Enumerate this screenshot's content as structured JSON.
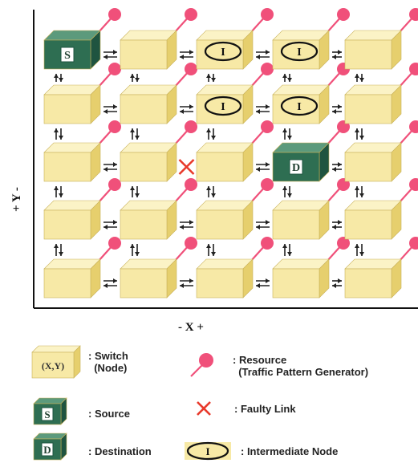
{
  "axes": {
    "y_label": "+ Y -",
    "x_label": "- X +"
  },
  "grid": {
    "cols": 5,
    "rows": 5,
    "node_label_source": "S",
    "node_label_destination": "D",
    "node_label_intermediate": "I",
    "source": [
      0,
      0
    ],
    "destination": [
      3,
      2
    ],
    "intermediate": [
      [
        2,
        0
      ],
      [
        3,
        0
      ],
      [
        2,
        1
      ],
      [
        3,
        1
      ]
    ],
    "faulty_link": {
      "between": [
        [
          1,
          2
        ],
        [
          2,
          2
        ]
      ]
    }
  },
  "colors": {
    "switch_front": "#f7e9a6",
    "switch_top": "#fbf3c6",
    "switch_side": "#e6cf6d",
    "source_dest": "#2e6e52",
    "resource": "#f0507a",
    "fault": "#e8392b",
    "arrow": "#222222"
  },
  "legend": {
    "switch_box_label": "(X,Y)",
    "switch_text": ": Switch\n  (Node)",
    "resource_text": ": Resource\n  (Traffic Pattern Generator)",
    "source_box_label": "S",
    "source_text": ": Source",
    "faulty_text": ": Faulty Link",
    "destination_box_label": "D",
    "destination_text": ": Destination",
    "intermediate_box_label": "I",
    "intermediate_text": ": Intermediate Node"
  }
}
